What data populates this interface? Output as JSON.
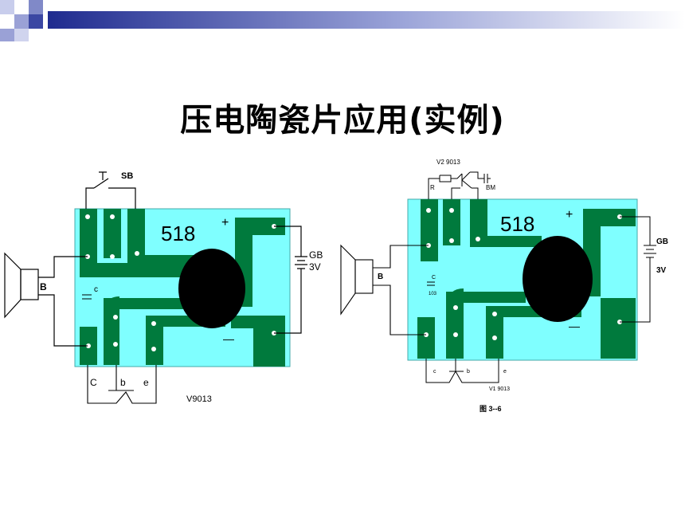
{
  "title": "压电陶瓷片应用(实例)",
  "colors": {
    "board": "#7fffff",
    "copper": "#007a3d",
    "disc": "#000000"
  },
  "left_diagram": {
    "switch": "SB",
    "board_number": "518",
    "plus": "+",
    "minus": "—",
    "battery": "GB",
    "voltage": "3V",
    "speaker": "B",
    "cap": "c",
    "pin_c": "C",
    "pin_b": "b",
    "pin_e": "e",
    "transistor": "V9013"
  },
  "right_diagram": {
    "transistor_top": "V2 9013",
    "resistor": "R",
    "button": "BM",
    "board_number": "518",
    "plus": "+",
    "minus": "—",
    "battery": "GB",
    "voltage": "3V",
    "speaker": "B",
    "cap": "C",
    "cap_value": "103",
    "pin_c": "c",
    "pin_b": "b",
    "pin_e": "e",
    "transistor_bottom": "V1 9013",
    "caption": "图 3--6"
  }
}
